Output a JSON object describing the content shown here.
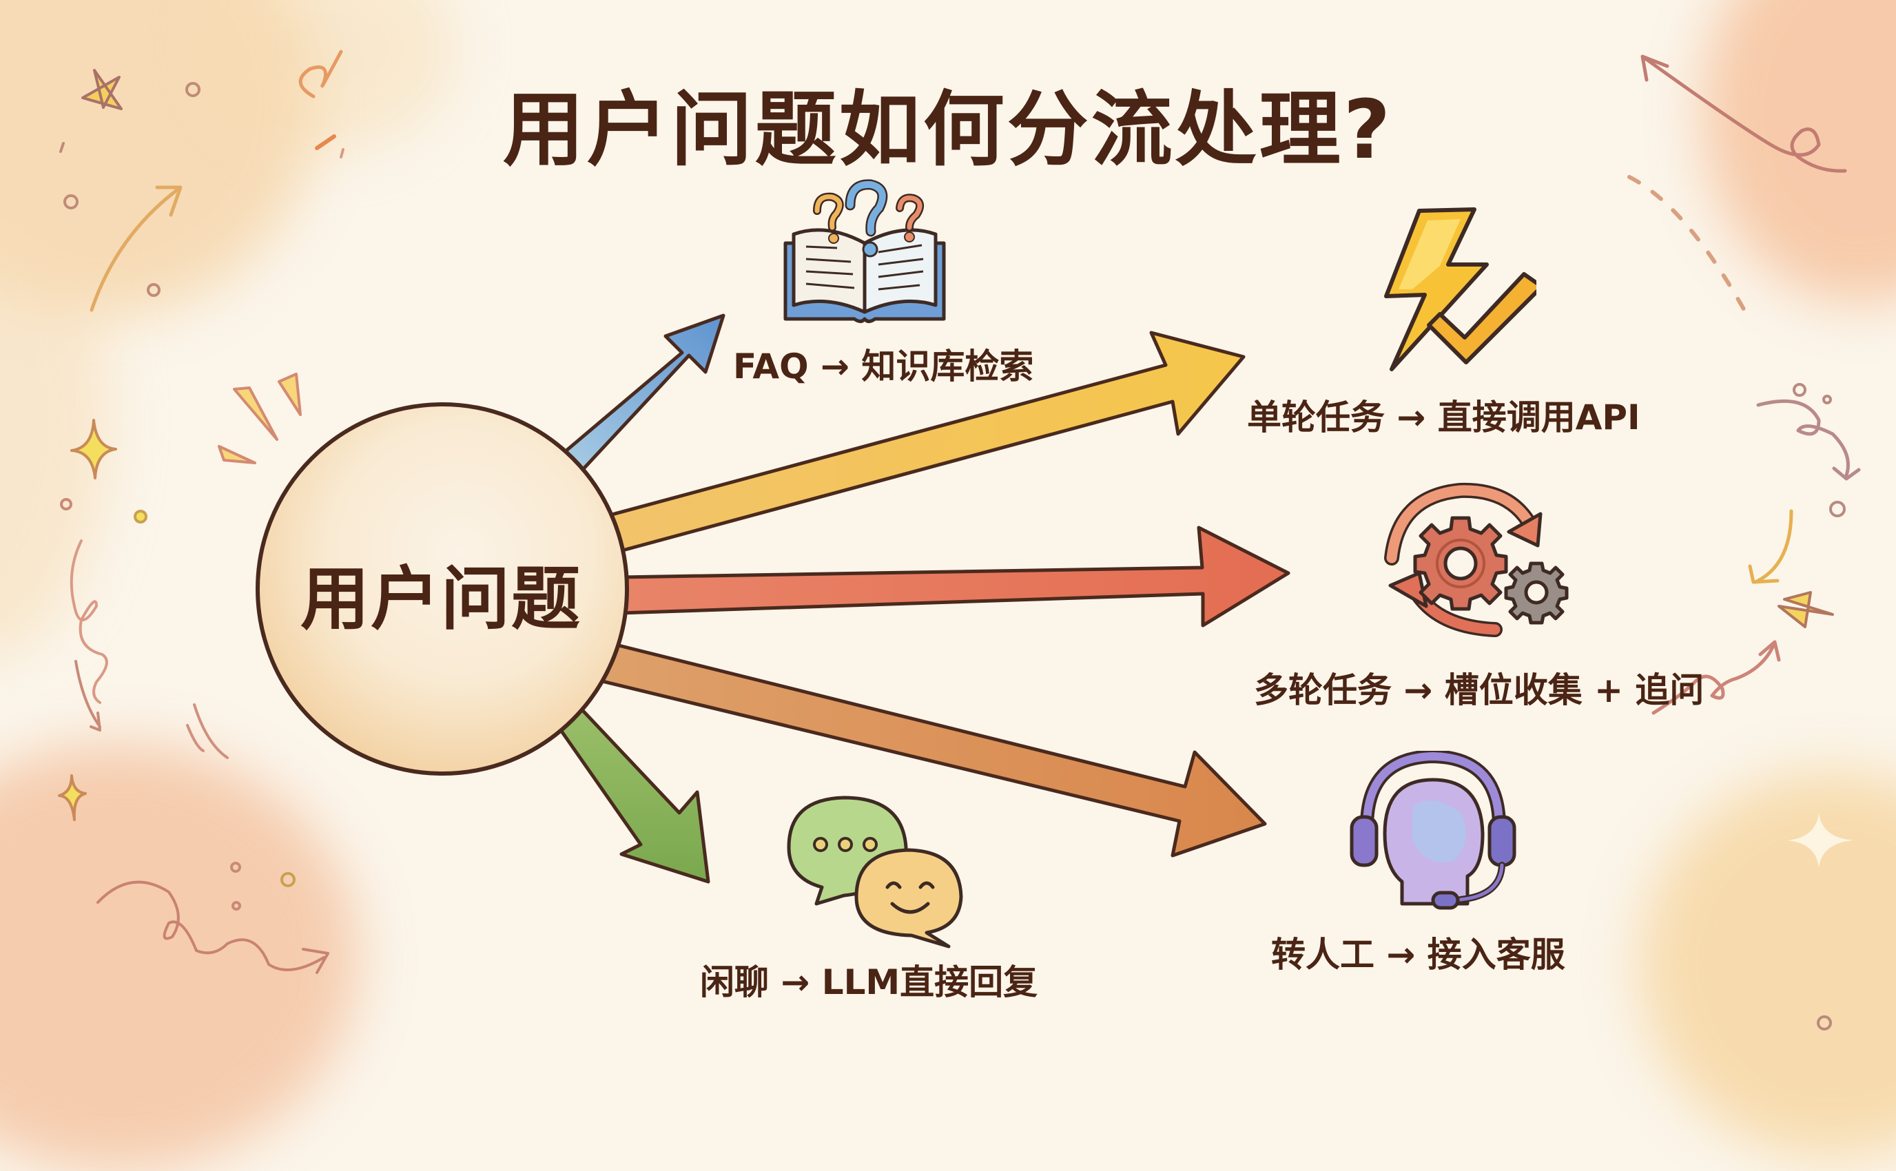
{
  "title": "用户问题如何分流处理?",
  "hub": {
    "label": "用户问题",
    "fill_color": "#f7dfbd",
    "stroke_color": "#4a2a1e"
  },
  "routes": [
    {
      "id": "faq",
      "label": "FAQ → 知识库检索",
      "icon": "book-question-icon",
      "arrow_color": "#7aaed9",
      "direction": "up-right"
    },
    {
      "id": "single-turn",
      "label": "单轮任务 → 直接调用API",
      "icon": "lightning-check-icon",
      "arrow_color": "#f2bd4c",
      "direction": "right-up"
    },
    {
      "id": "multi-turn",
      "label": "多轮任务 → 槽位收集 + 追问",
      "icon": "gears-cycle-icon",
      "arrow_color": "#e2765a",
      "direction": "right"
    },
    {
      "id": "chitchat",
      "label": "闲聊 → LLM直接回复",
      "icon": "chat-bubbles-icon",
      "arrow_color": "#8db35a",
      "direction": "down-right"
    },
    {
      "id": "human-handoff",
      "label": "转人工 → 接入客服",
      "icon": "headset-agent-icon",
      "arrow_color": "#d98a4e",
      "direction": "right-down"
    }
  ],
  "colors": {
    "background": "#fbf5ea",
    "text": "#4a2414",
    "outline": "#4a2a1e",
    "wash_peach": "#f6c59a",
    "wash_yellow": "#f7dca6"
  }
}
